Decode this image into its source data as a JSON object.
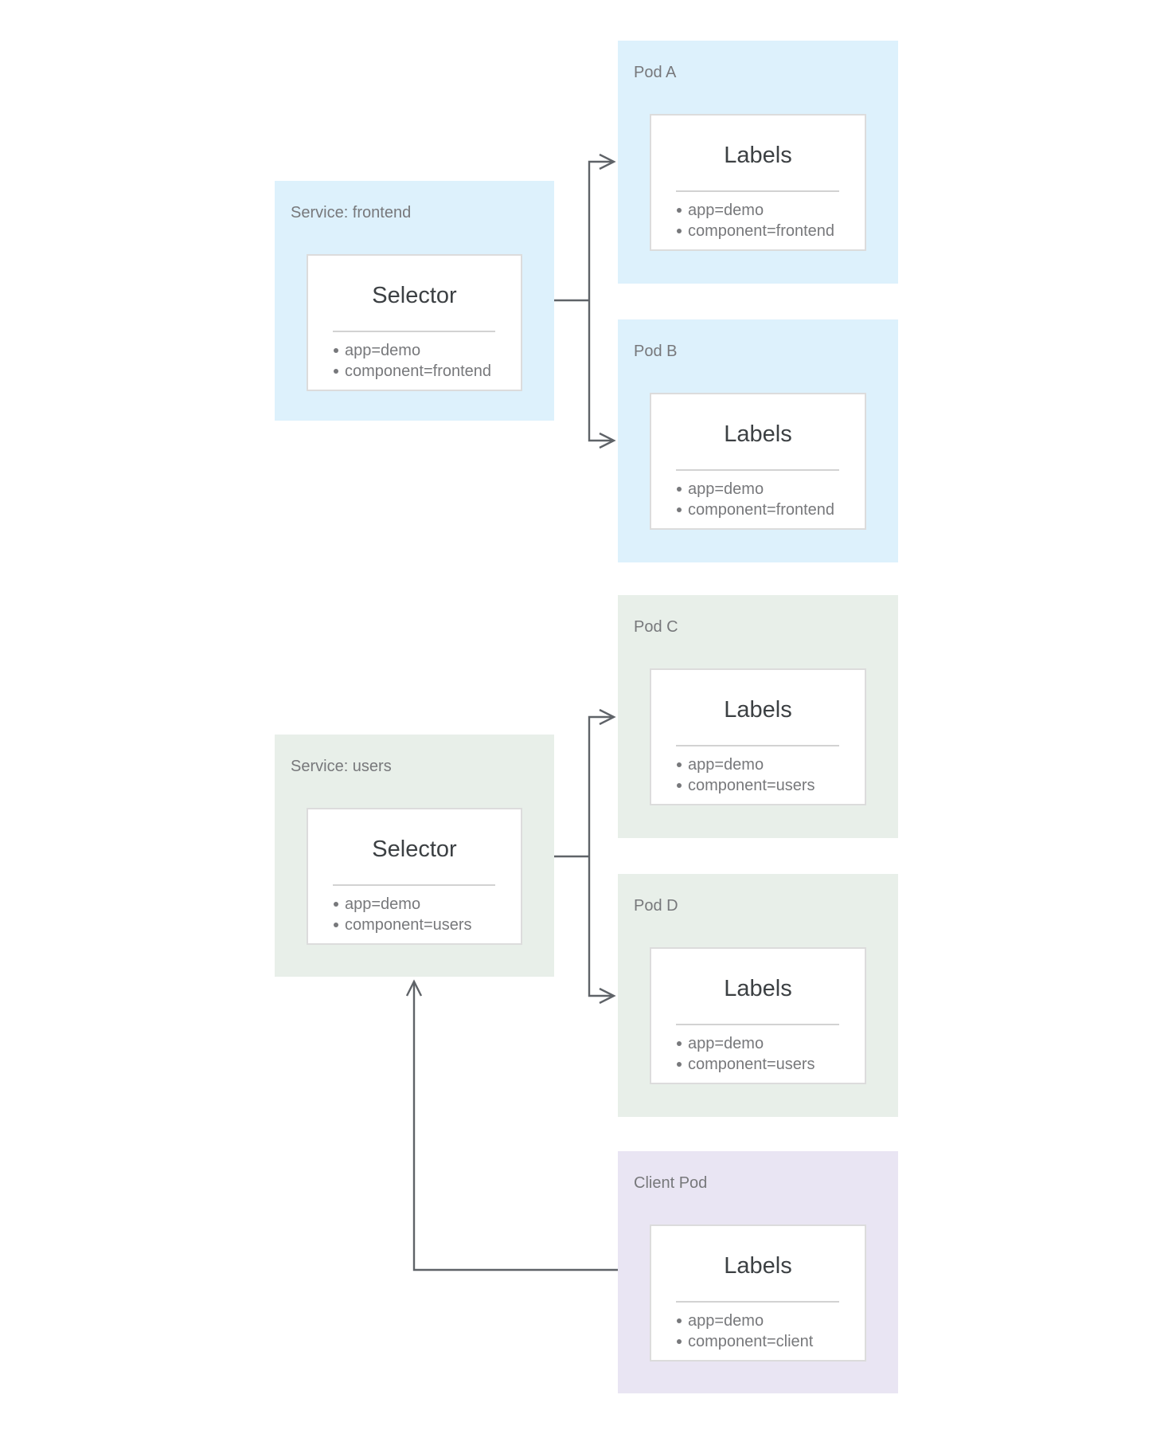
{
  "diagram": {
    "services": [
      {
        "title": "Service: frontend",
        "heading": "Selector",
        "items": [
          "app=demo",
          "component=frontend"
        ],
        "color": "#ddf1fc"
      },
      {
        "title": "Service: users",
        "heading": "Selector",
        "items": [
          "app=demo",
          "component=users"
        ],
        "color": "#e8efe9"
      }
    ],
    "pods": [
      {
        "title": "Pod A",
        "heading": "Labels",
        "items": [
          "app=demo",
          "component=frontend"
        ],
        "color": "#ddf1fc"
      },
      {
        "title": "Pod B",
        "heading": "Labels",
        "items": [
          "app=demo",
          "component=frontend"
        ],
        "color": "#ddf1fc"
      },
      {
        "title": "Pod C",
        "heading": "Labels",
        "items": [
          "app=demo",
          "component=users"
        ],
        "color": "#e8efe9"
      },
      {
        "title": "Pod D",
        "heading": "Labels",
        "items": [
          "app=demo",
          "component=users"
        ],
        "color": "#e8efe9"
      },
      {
        "title": "Client Pod",
        "heading": "Labels",
        "items": [
          "app=demo",
          "component=client"
        ],
        "color": "#e9e5f3"
      }
    ],
    "edges": [
      {
        "from": "Service: frontend",
        "to": "Pod A"
      },
      {
        "from": "Service: frontend",
        "to": "Pod B"
      },
      {
        "from": "Service: users",
        "to": "Pod C"
      },
      {
        "from": "Service: users",
        "to": "Pod D"
      },
      {
        "from": "Client Pod",
        "to": "Service: users"
      }
    ],
    "colors": {
      "frontend_accent": "#ddf1fc",
      "users_accent": "#e8efe9",
      "client_accent": "#e9e5f3",
      "arrow": "#5f6368",
      "heading_text": "#3c4043",
      "label_text": "#77787b",
      "inner_card_border": "#dcdcdc",
      "divider": "#d2d2d2",
      "background": "#ffffff"
    }
  }
}
